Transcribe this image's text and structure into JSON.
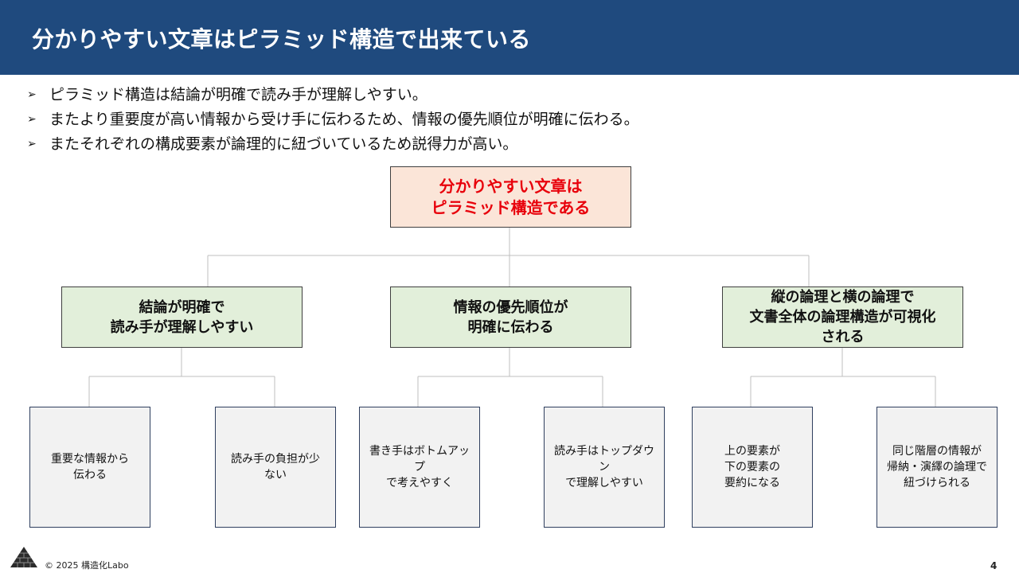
{
  "header": {
    "title": "分かりやすい文章はピラミッド構造で出来ている",
    "background": "#1f4a7e"
  },
  "bullets": [
    "ピラミッド構造は結論が明確で読み手が理解しやすい。",
    "またより重要度が高い情報から受け手に伝わるため、情報の優先順位が明確に伝わる。",
    "またそれぞれの構成要素が論理的に紐づいているため説得力が高い。"
  ],
  "bullet_icon": "arrowhead-bullet-icon",
  "diagram": {
    "top": "分かりやすい文章は\nピラミッド構造である",
    "mid": [
      "結論が明確で\n読み手が理解しやすい",
      "情報の優先順位が\n明確に伝わる",
      "縦の論理と横の論理で\n文書全体の論理構造が可視化\nされる"
    ],
    "leaves": [
      "重要な情報から\n伝わる",
      "読み手の負担が少\nない",
      "書き手はボトムアップ\nで考えやすく",
      "読み手はトップダウン\nで理解しやすい",
      "上の要素が\n下の要素の\n要約になる",
      "同じ階層の情報が\n帰納・演繹の論理で\n紐づけられる"
    ],
    "colors": {
      "top_fill": "#fbe5d8",
      "top_text": "#e8000b",
      "mid_fill": "#e2efda",
      "leaf_fill": "#f2f2f2",
      "connector": "#bfbfbf"
    }
  },
  "footer": {
    "copyright": "© 2025 構造化Labo",
    "logo_icon": "pyramid-logo-icon",
    "page_number": "4"
  }
}
